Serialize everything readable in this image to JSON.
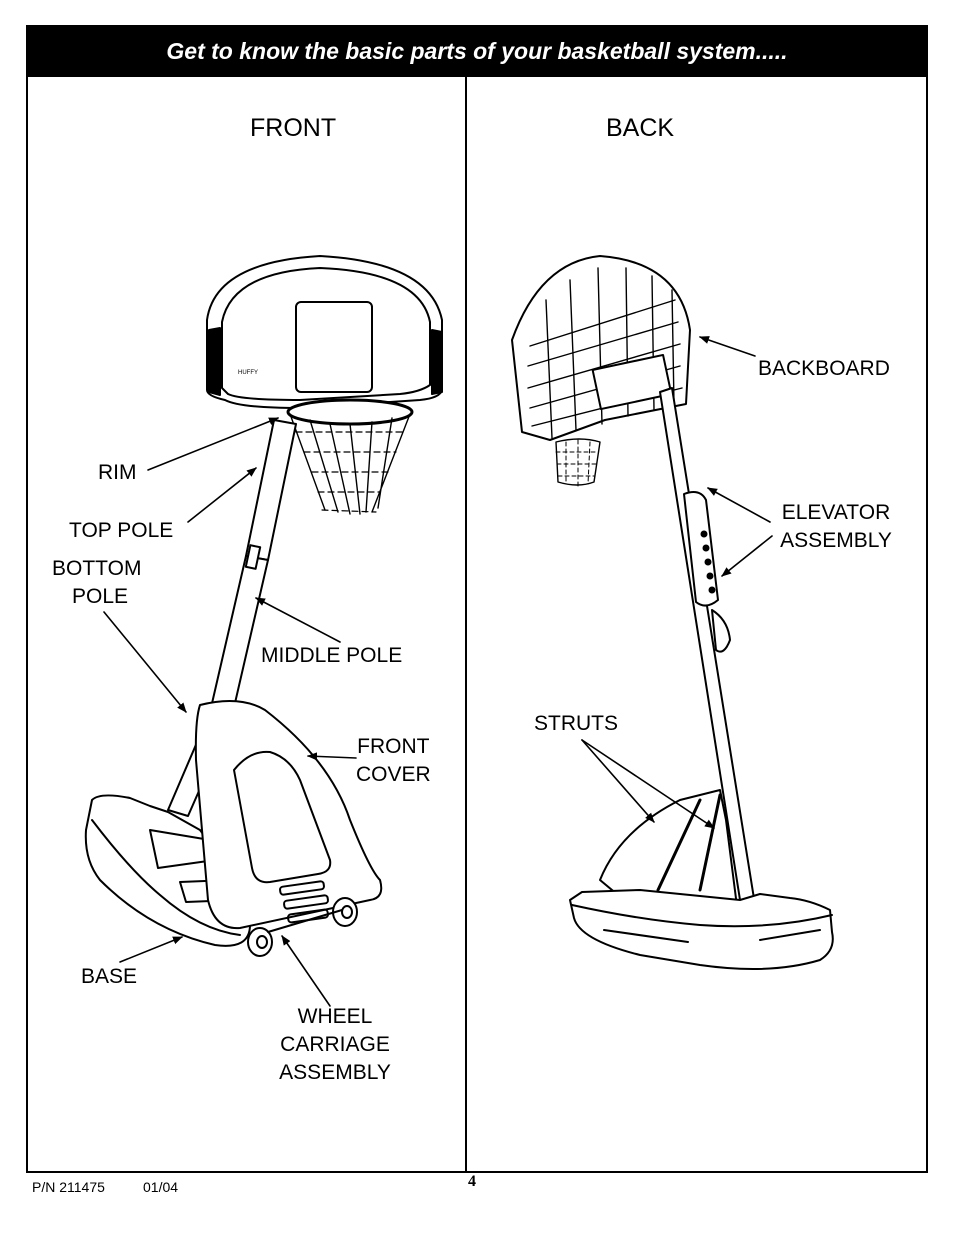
{
  "header": {
    "title": "Get to know the basic parts of your basketball system....."
  },
  "front": {
    "title": "FRONT",
    "labels": {
      "rim": "RIM",
      "top_pole": "TOP POLE",
      "bottom_pole_1": "BOTTOM",
      "bottom_pole_2": "POLE",
      "middle_pole": "MIDDLE POLE",
      "front_cover_1": "FRONT",
      "front_cover_2": "COVER",
      "base": "BASE",
      "wheel_1": "WHEEL",
      "wheel_2": "CARRIAGE",
      "wheel_3": "ASSEMBLY"
    }
  },
  "back": {
    "title": "BACK",
    "labels": {
      "backboard": "BACKBOARD",
      "elevator_1": "ELEVATOR",
      "elevator_2": "ASSEMBLY",
      "struts": "STRUTS"
    }
  },
  "footer": {
    "part_number": "P/N 211475",
    "date": "01/04",
    "page": "4"
  }
}
